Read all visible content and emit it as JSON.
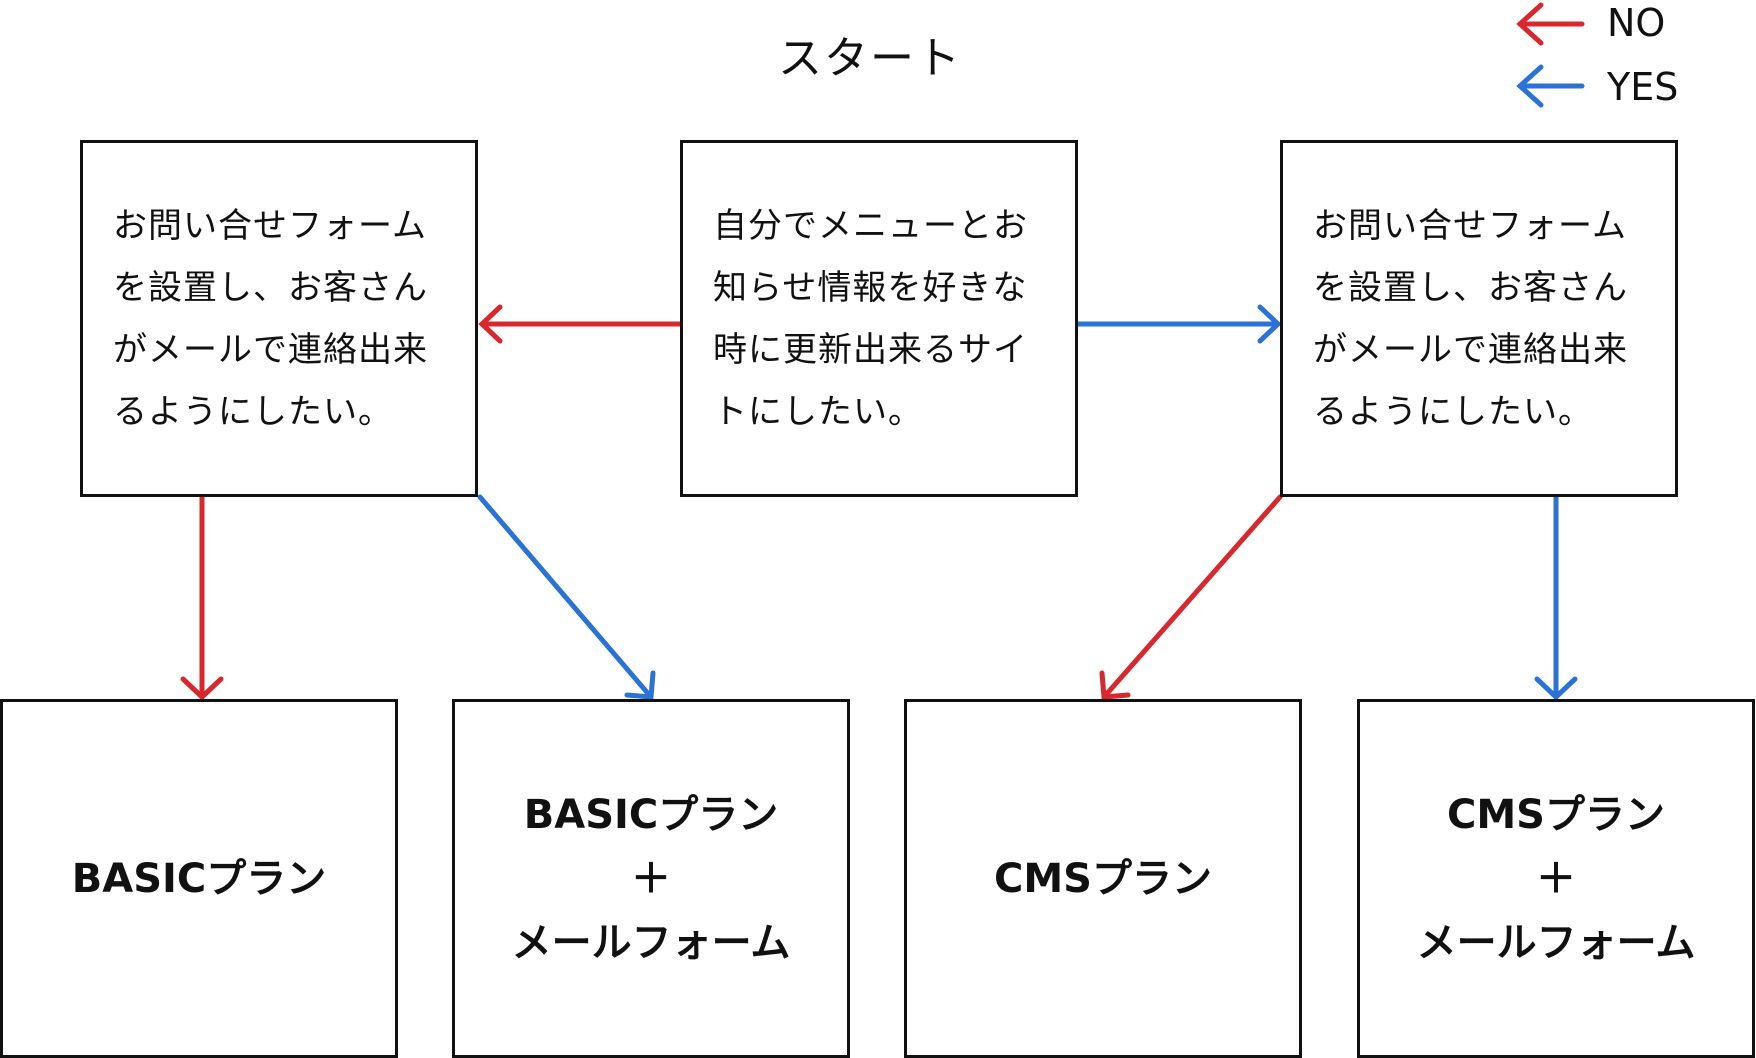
{
  "title": "スタート",
  "legend": [
    {
      "label": "NO",
      "color": "#d9272e"
    },
    {
      "label": "YES",
      "color": "#2a72d5"
    }
  ],
  "questions": {
    "center": "自分でメニューとお知らせ情報を好きな時に更新出来るサイトにしたい。",
    "left": "お問い合せフォームを設置し、お客さんがメールで連絡出来るようにしたい。",
    "right": "お問い合せフォームを設置し、お客さんがメールで連絡出来るようにしたい。"
  },
  "plans": [
    {
      "lines": [
        "BASICプラン"
      ]
    },
    {
      "lines": [
        "BASICプラン",
        "＋",
        "メールフォーム"
      ]
    },
    {
      "lines": [
        "CMSプラン"
      ]
    },
    {
      "lines": [
        "CMSプラン",
        "＋",
        "メールフォーム"
      ]
    }
  ]
}
